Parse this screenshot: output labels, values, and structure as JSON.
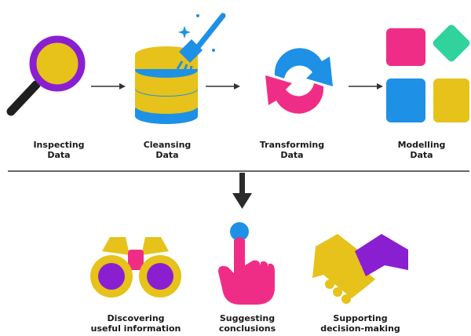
{
  "stages": [
    {
      "line1": "Inspecting",
      "line2": "Data",
      "icon": "magnifying-glass-icon"
    },
    {
      "line1": "Cleansing",
      "line2": "Data",
      "icon": "database-broom-icon"
    },
    {
      "line1": "Transforming",
      "line2": "Data",
      "icon": "circular-arrows-icon"
    },
    {
      "line1": "Modelling",
      "line2": "Data",
      "icon": "shapes-grid-icon"
    }
  ],
  "outcomes": [
    {
      "line1": "Discovering",
      "line2": "useful information",
      "icon": "binoculars-icon"
    },
    {
      "line1": "Suggesting",
      "line2": "conclusions",
      "icon": "pointing-hand-icon"
    },
    {
      "line1": "Supporting",
      "line2": "decision-making",
      "icon": "handshake-icon"
    }
  ],
  "colors": {
    "purple": "#8a1fd1",
    "yellow": "#e6c21a",
    "blue": "#1e90e6",
    "pink": "#f02d86",
    "green": "#2fd39b",
    "dark": "#2b2b2b",
    "line": "#333333"
  }
}
